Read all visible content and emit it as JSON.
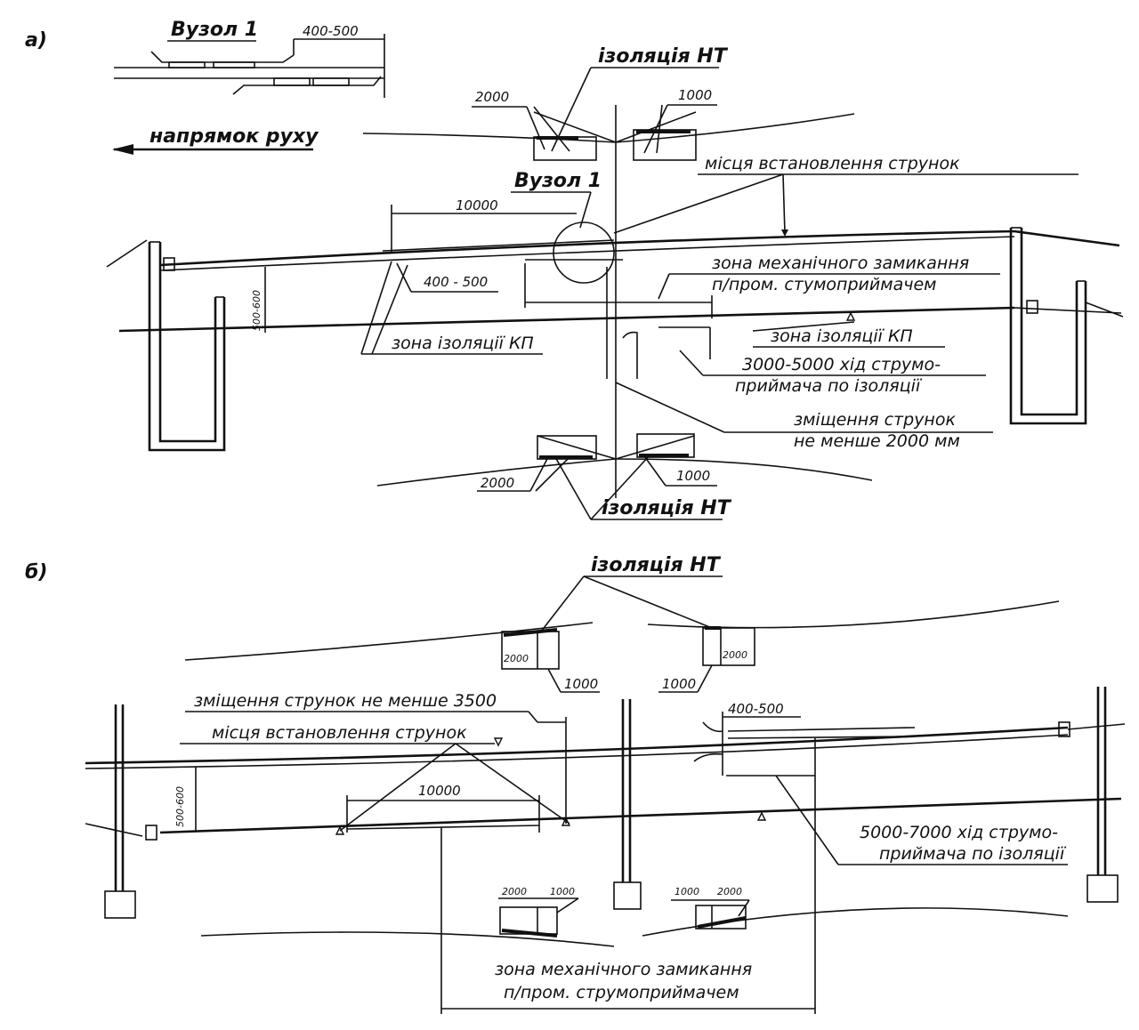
{
  "part_a": {
    "marker": "а)",
    "node_title": "Вузол 1",
    "node_dim": "400-500",
    "direction": "напрямок руху",
    "insulation_top": "ізоляція НТ",
    "dim_2000_top": "2000",
    "dim_1000_top": "1000",
    "node_ref": "Вузол 1",
    "dropper_places": "місця встановлення струнок",
    "dim_10000": "10000",
    "zone_mech_1": "зона механічного замикання",
    "zone_mech_2": "п/пром. стумоприймачем",
    "dim_400_500": "400 - 500",
    "height_dim": "500-600",
    "kp_zone_left": "зона ізоляції КП",
    "kp_zone_right": "зона ізоляції КП",
    "travel_1": "3000-5000 хід струмо-",
    "travel_2": "приймача по ізоляції",
    "offset_1": "зміщення струнок",
    "offset_2": "не менше 2000 мм",
    "dim_2000_bot": "2000",
    "dim_1000_bot": "1000",
    "insulation_bot": "ізоляція НТ"
  },
  "part_b": {
    "marker": "б)",
    "insulation": "ізоляція НТ",
    "box_left_dim": "2000",
    "box_right_dim": "2000",
    "dim_1000_left": "1000",
    "dim_1000_right": "1000",
    "offset": "зміщення струнок не менше 3500",
    "dropper_places": "місця встановлення струнок",
    "dim_400_500": "400-500",
    "height_dim": "500-600",
    "dim_10000": "10000",
    "travel_1": "5000-7000 хід струмо-",
    "travel_2": "приймача по ізоляції",
    "low_2000_left": "2000",
    "low_1000_left": "1000",
    "low_1000_right": "1000",
    "low_2000_right": "2000",
    "zone_mech_1": "зона механічного замикання",
    "zone_mech_2": "п/пром. струмоприймачем"
  }
}
